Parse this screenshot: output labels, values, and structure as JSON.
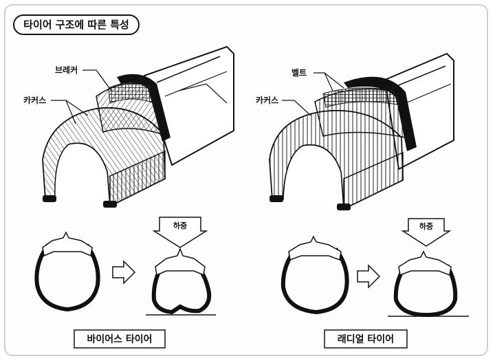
{
  "title": "타이어 구조에 따른 특성",
  "bias": {
    "breaker_label": "브레커",
    "carcass_label": "카커스",
    "load_label": "하중",
    "caption": "바이어스 타이어"
  },
  "radial": {
    "belt_label": "벨트",
    "carcass_label": "카커스",
    "load_label": "하중",
    "caption": "래디얼 타이어"
  }
}
